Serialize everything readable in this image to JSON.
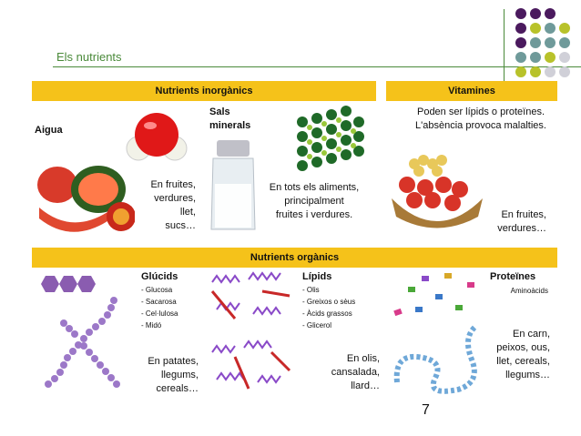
{
  "header": {
    "title": "Els nutrients"
  },
  "inorganic": {
    "bar_label": "Nutrients inorgànics",
    "water": {
      "label": "Aigua",
      "desc": [
        "En fruites,",
        "verdures,",
        "llet,",
        "sucs…"
      ]
    },
    "salts": {
      "label_line1": "Sals",
      "label_line2": "minerals",
      "desc": [
        "En tots els aliments,",
        "principalment",
        "fruites i verdures."
      ]
    }
  },
  "vitamins": {
    "bar_label": "Vitamines",
    "desc": [
      "Poden ser lípids o proteïnes.",
      "L'absència provoca malalties."
    ],
    "sources": [
      "En fruites,",
      "verdures…"
    ]
  },
  "organic": {
    "bar_label": "Nutrients orgànics",
    "glucids": {
      "title": "Glúcids",
      "items": [
        "Glucosa",
        "Sacarosa",
        "Cel·lulosa",
        "Midó"
      ],
      "sources": [
        "En patates,",
        "llegums,",
        "cereals…"
      ]
    },
    "lipids": {
      "title": "Lípids",
      "items": [
        "Olis",
        "Greixos o sèus",
        "Àcids grassos",
        "Glicerol"
      ],
      "sources": [
        "En olis,",
        "cansalada,",
        "llard…"
      ]
    },
    "proteins": {
      "title": "Proteïnes",
      "subtitle": "Aminoàcids",
      "sources": [
        "En carn,",
        "peixos, ous,",
        "llet, cereals,",
        "llegums…"
      ]
    }
  },
  "page": {
    "number": "7"
  },
  "colors": {
    "bar": "#f5c21a",
    "rule": "#4a8a3a",
    "dot_purple": "#4b1a5e",
    "dot_teal": "#6f9a9a",
    "dot_olive": "#b8c22a",
    "dot_grey": "#d0d0d8",
    "glucid": "#8a5cb0"
  }
}
